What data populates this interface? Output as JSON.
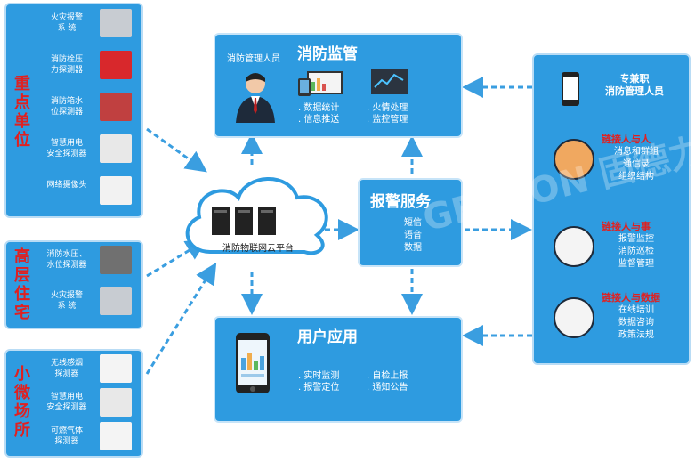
{
  "left": {
    "group1": {
      "label": "重点单位",
      "items": [
        {
          "text": "火灾报警\n系  统",
          "icon": "fire-alarm-panel-icon"
        },
        {
          "text": "消防栓压\n力探测器",
          "icon": "fire-hydrant-icon"
        },
        {
          "text": "消防箱水\n位探测器",
          "icon": "water-tank-icon"
        },
        {
          "text": "智慧用电\n安全探测器",
          "icon": "power-meter-icon"
        },
        {
          "text": "网络摄像头",
          "icon": "dome-camera-icon"
        }
      ]
    },
    "group2": {
      "label": "高层住宅",
      "items": [
        {
          "text": "消防水压、\n水位探测器",
          "icon": "pressure-sensor-icon"
        },
        {
          "text": "火灾报警\n系  统",
          "icon": "fire-alarm-panel-icon"
        }
      ]
    },
    "group3": {
      "label": "小微场所",
      "items": [
        {
          "text": "无线感烟\n探测器",
          "icon": "smoke-detector-icon"
        },
        {
          "text": "智慧用电\n安全探测器",
          "icon": "power-meter-icon"
        },
        {
          "text": "可燃气体\n探测器",
          "icon": "gas-detector-icon"
        }
      ]
    }
  },
  "cloud": {
    "label": "消防物联网云平台"
  },
  "monitor": {
    "title": "消防监管",
    "person": "消防管理人员",
    "features": [
      ". 数据统计",
      ". 信息推送",
      ". 火情处理",
      ". 监控管理"
    ]
  },
  "alarm": {
    "title": "报警服务",
    "items": [
      "短信",
      "语音",
      "数据"
    ]
  },
  "userapp": {
    "title": "用户应用",
    "features": [
      ". 实时监测",
      ". 报警定位",
      ". 自检上报",
      ". 通知公告"
    ]
  },
  "right": {
    "header": "专兼职\n消防管理人员",
    "sections": [
      {
        "title": "链接人与人",
        "lines": [
          "消息和群组",
          "通信录",
          "组织结构"
        ]
      },
      {
        "title": "链接人与事",
        "lines": [
          "报警监控",
          "消防巡检",
          "监督管理"
        ]
      },
      {
        "title": "链接人与数据",
        "lines": [
          "在线培训",
          "数据咨询",
          "政策法规"
        ]
      }
    ]
  },
  "watermark": {
    "text": "GENZON 固德力安"
  },
  "colors": {
    "panel": "#2e9be0",
    "accent": "#e02020",
    "arrow": "#3a9ee0"
  }
}
